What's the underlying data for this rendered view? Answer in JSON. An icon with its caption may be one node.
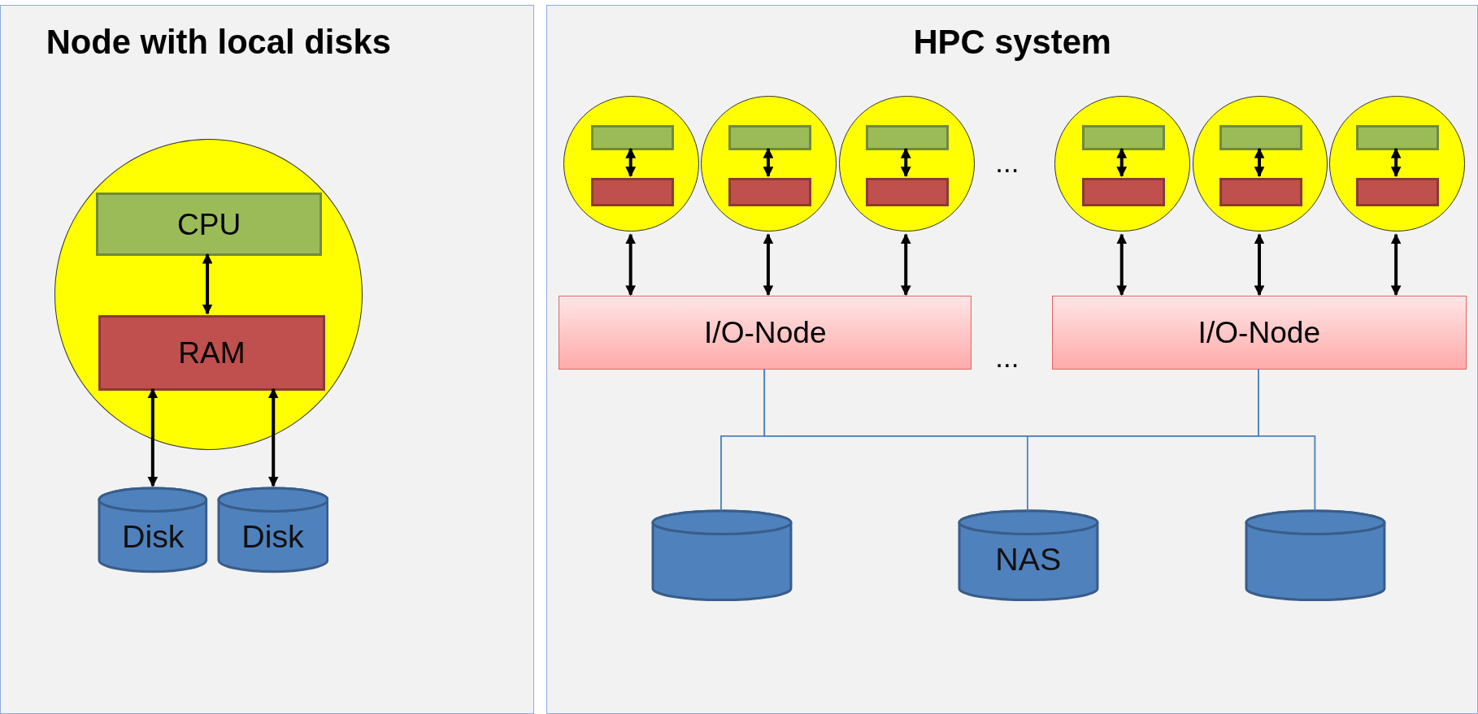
{
  "diagram": {
    "nodes": [
      {
        "text": [
          "Node with local disks"
        ]
      },
      {
        "text": [],
        "shape": "circle",
        "in": 0
      },
      {
        "text": [
          "CPU"
        ],
        "in": 1
      },
      {
        "text": [
          "RAM"
        ],
        "in": 1
      },
      {
        "text": [
          "Disk"
        ],
        "in": 0
      },
      {
        "text": [
          "Disk"
        ],
        "in": 0
      },
      {
        "text": [
          "HPC system"
        ]
      },
      {
        "text": [],
        "shape": "circle",
        "in": 6
      },
      {
        "text": [],
        "shape": "bar",
        "in": 7
      },
      {
        "text": [],
        "shape": "bar",
        "in": 7
      },
      {
        "text": [],
        "shape": "circle",
        "in": 6
      },
      {
        "text": [],
        "shape": "bar",
        "in": 10
      },
      {
        "text": [],
        "shape": "bar",
        "in": 10
      },
      {
        "text": [],
        "shape": "circle",
        "in": 6
      },
      {
        "text": [],
        "shape": "bar",
        "in": 13
      },
      {
        "text": [],
        "shape": "bar",
        "in": 13
      },
      {
        "text": [],
        "shape": "circle",
        "in": 6
      },
      {
        "text": [],
        "shape": "bar",
        "in": 16
      },
      {
        "text": [],
        "shape": "bar",
        "in": 16
      },
      {
        "text": [],
        "shape": "circle",
        "in": 6
      },
      {
        "text": [],
        "shape": "bar",
        "in": 19
      },
      {
        "text": [],
        "shape": "bar",
        "in": 19
      },
      {
        "text": [],
        "shape": "circle",
        "in": 6
      },
      {
        "text": [],
        "shape": "bar",
        "in": 22
      },
      {
        "text": [],
        "shape": "bar",
        "in": 22
      },
      {
        "text": [
          "I/O-Node"
        ],
        "in": 6
      },
      {
        "text": [
          "I/O-Node"
        ],
        "in": 6
      },
      {
        "text": [],
        "shape": "cylinder",
        "in": 6
      },
      {
        "text": [
          "NAS"
        ],
        "in": 6
      },
      {
        "text": [],
        "shape": "cylinder",
        "in": 6
      }
    ],
    "edges": [
      {
        "from": 2,
        "to": 3,
        "arrow": "both"
      },
      {
        "from": 3,
        "to": 4,
        "arrow": "both"
      },
      {
        "from": 3,
        "to": 5,
        "arrow": "both"
      },
      {
        "from": 8,
        "to": 9,
        "arrow": "both"
      },
      {
        "from": 11,
        "to": 12,
        "arrow": "both"
      },
      {
        "from": 14,
        "to": 15,
        "arrow": "both"
      },
      {
        "from": 17,
        "to": 18,
        "arrow": "both"
      },
      {
        "from": 20,
        "to": 21,
        "arrow": "both"
      },
      {
        "from": 23,
        "to": 24,
        "arrow": "both"
      },
      {
        "from": 7,
        "to": 25,
        "arrow": "both"
      },
      {
        "from": 10,
        "to": 25,
        "arrow": "both"
      },
      {
        "from": 13,
        "to": 25,
        "arrow": "both"
      },
      {
        "from": 16,
        "to": 26,
        "arrow": "both"
      },
      {
        "from": 19,
        "to": 26,
        "arrow": "both"
      },
      {
        "from": 22,
        "to": 26,
        "arrow": "both"
      },
      {
        "from": 25,
        "to": 27,
        "arrow": "none",
        "color": "#4f81bd"
      },
      {
        "from": 25,
        "to": 28,
        "arrow": "none",
        "color": "#4f81bd"
      },
      {
        "from": 25,
        "to": 29,
        "arrow": "none",
        "color": "#4f81bd"
      },
      {
        "from": 26,
        "to": 27,
        "arrow": "none",
        "color": "#4f81bd"
      },
      {
        "from": 26,
        "to": 28,
        "arrow": "none",
        "color": "#4f81bd"
      },
      {
        "from": 26,
        "to": 29,
        "arrow": "none",
        "color": "#4f81bd"
      }
    ],
    "labels": [
      "...",
      "..."
    ]
  }
}
